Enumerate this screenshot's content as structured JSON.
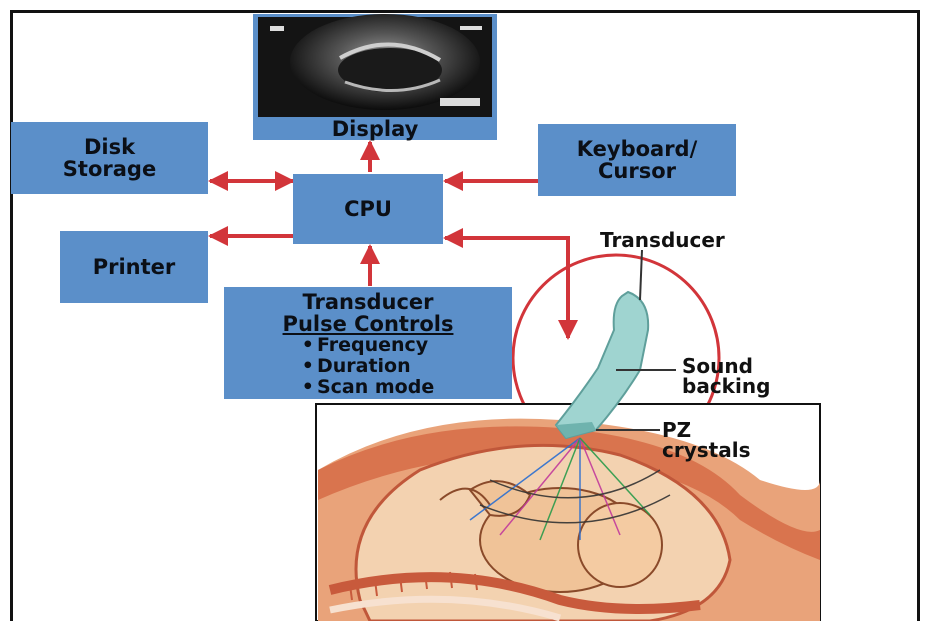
{
  "diagram": {
    "display": "Display",
    "disk_storage": [
      "Disk",
      "Storage"
    ],
    "keyboard": [
      "Keyboard/",
      "Cursor"
    ],
    "cpu": "CPU",
    "printer": "Printer",
    "pulse_controls": {
      "title": "Transducer",
      "subtitle": "Pulse Controls",
      "items": [
        "Frequency",
        "Duration",
        "Scan mode"
      ]
    },
    "transducer": "Transducer",
    "sound_backing": [
      "Sound",
      "backing"
    ],
    "pz_crystals": [
      "PZ",
      "crystals"
    ]
  },
  "colors": {
    "box": "#5b8fc9",
    "arrow": "#d2353a",
    "skin": "#f2c89a",
    "flesh": "#e08a5e",
    "probe": "#9fd4d0"
  }
}
